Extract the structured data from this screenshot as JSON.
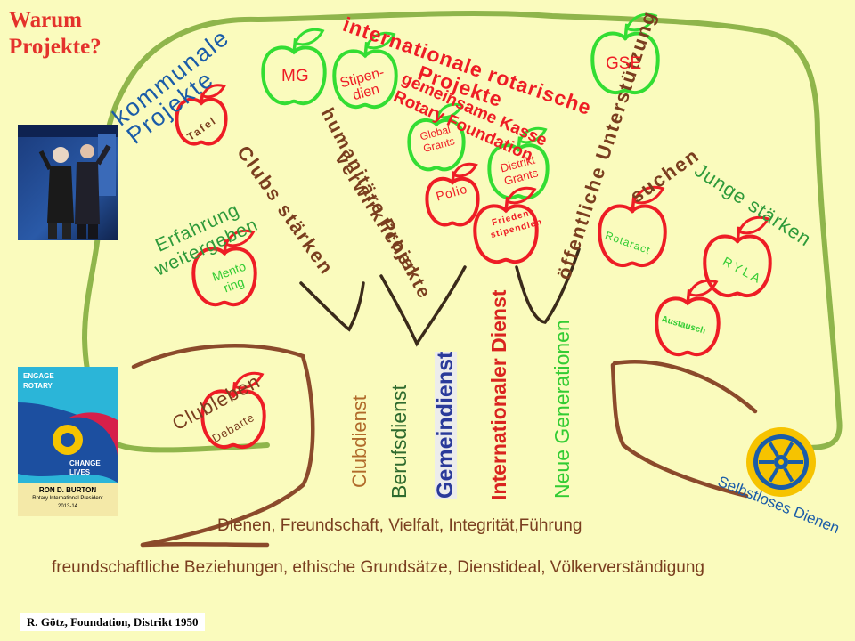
{
  "title": {
    "line1": "Warum",
    "line2": "Projekte?"
  },
  "branches": {
    "kommunale": "kommunale\nProjekte",
    "international": "internationale rotarische\nProjekte",
    "gemeinsame": "gemeinsame Kasse\nRotary Foundation",
    "humanitaere": "humanitäre Projekte",
    "verwirklichen": "verwirklichen",
    "clubs_staerken": "Clubs stärken",
    "oeffentliche": "öffentliche Unterstützung",
    "suchen": "suchen",
    "junge": "Junge stärken",
    "erfahrung": "Erfahrung\nweitergeben",
    "clubleben": "Clubleben"
  },
  "apples": {
    "tafel": "Tafel",
    "mg": "MG",
    "stipendien": "Stipen-\ndien",
    "gse": "GSE",
    "global_grants": "Global\nGrants",
    "distrikt_grants": "Distrikt\nGrants",
    "polio": "Polio",
    "friedens": "Friedens\nstipendien",
    "rotaract": "Rotaract",
    "ryla": "RYLA",
    "austausch": "Austausch",
    "mentoring": "Mento\nring",
    "debatte": "Debatte"
  },
  "services": {
    "clubdienst": "Clubdienst",
    "berufsdienst": "Berufsdienst",
    "gemeindienst": "Gemeindienst",
    "international": "Internationaler Dienst",
    "neue_generationen": "Neue Generationen"
  },
  "trunk_values": "Dienen, Freundschaft, Vielfalt, Integrität,Führung",
  "roots": "freundschaftliche Beziehungen, ethische Grundsätze, Dienstideal, Völkerverständigung",
  "motto": "Selbstloses Dienen",
  "poster": {
    "line1": "ENGAGE",
    "line2": "ROTARY",
    "line3": "CHANGE",
    "line4": "LIVES",
    "name": "RON D. BURTON",
    "role": "Rotary International President",
    "years": "2013-14"
  },
  "footer": "R. Götz, Foundation, Distrikt 1950",
  "colors": {
    "background": "#fafbbd",
    "canopy": "#8fb54b",
    "trunk": "#8b4a2b",
    "apple_red": "#ee1c25",
    "apple_green": "#33dd33",
    "brown_text": "#7a3e1f",
    "orange_text": "#b06a2a",
    "green_text": "#2e9a3a",
    "dark_green_text": "#2e6a2e",
    "blue_text": "#2a3a9a",
    "red_text": "#d9241f",
    "neon_green_text": "#33cc33",
    "heading_blue": "#1a5ca8"
  }
}
